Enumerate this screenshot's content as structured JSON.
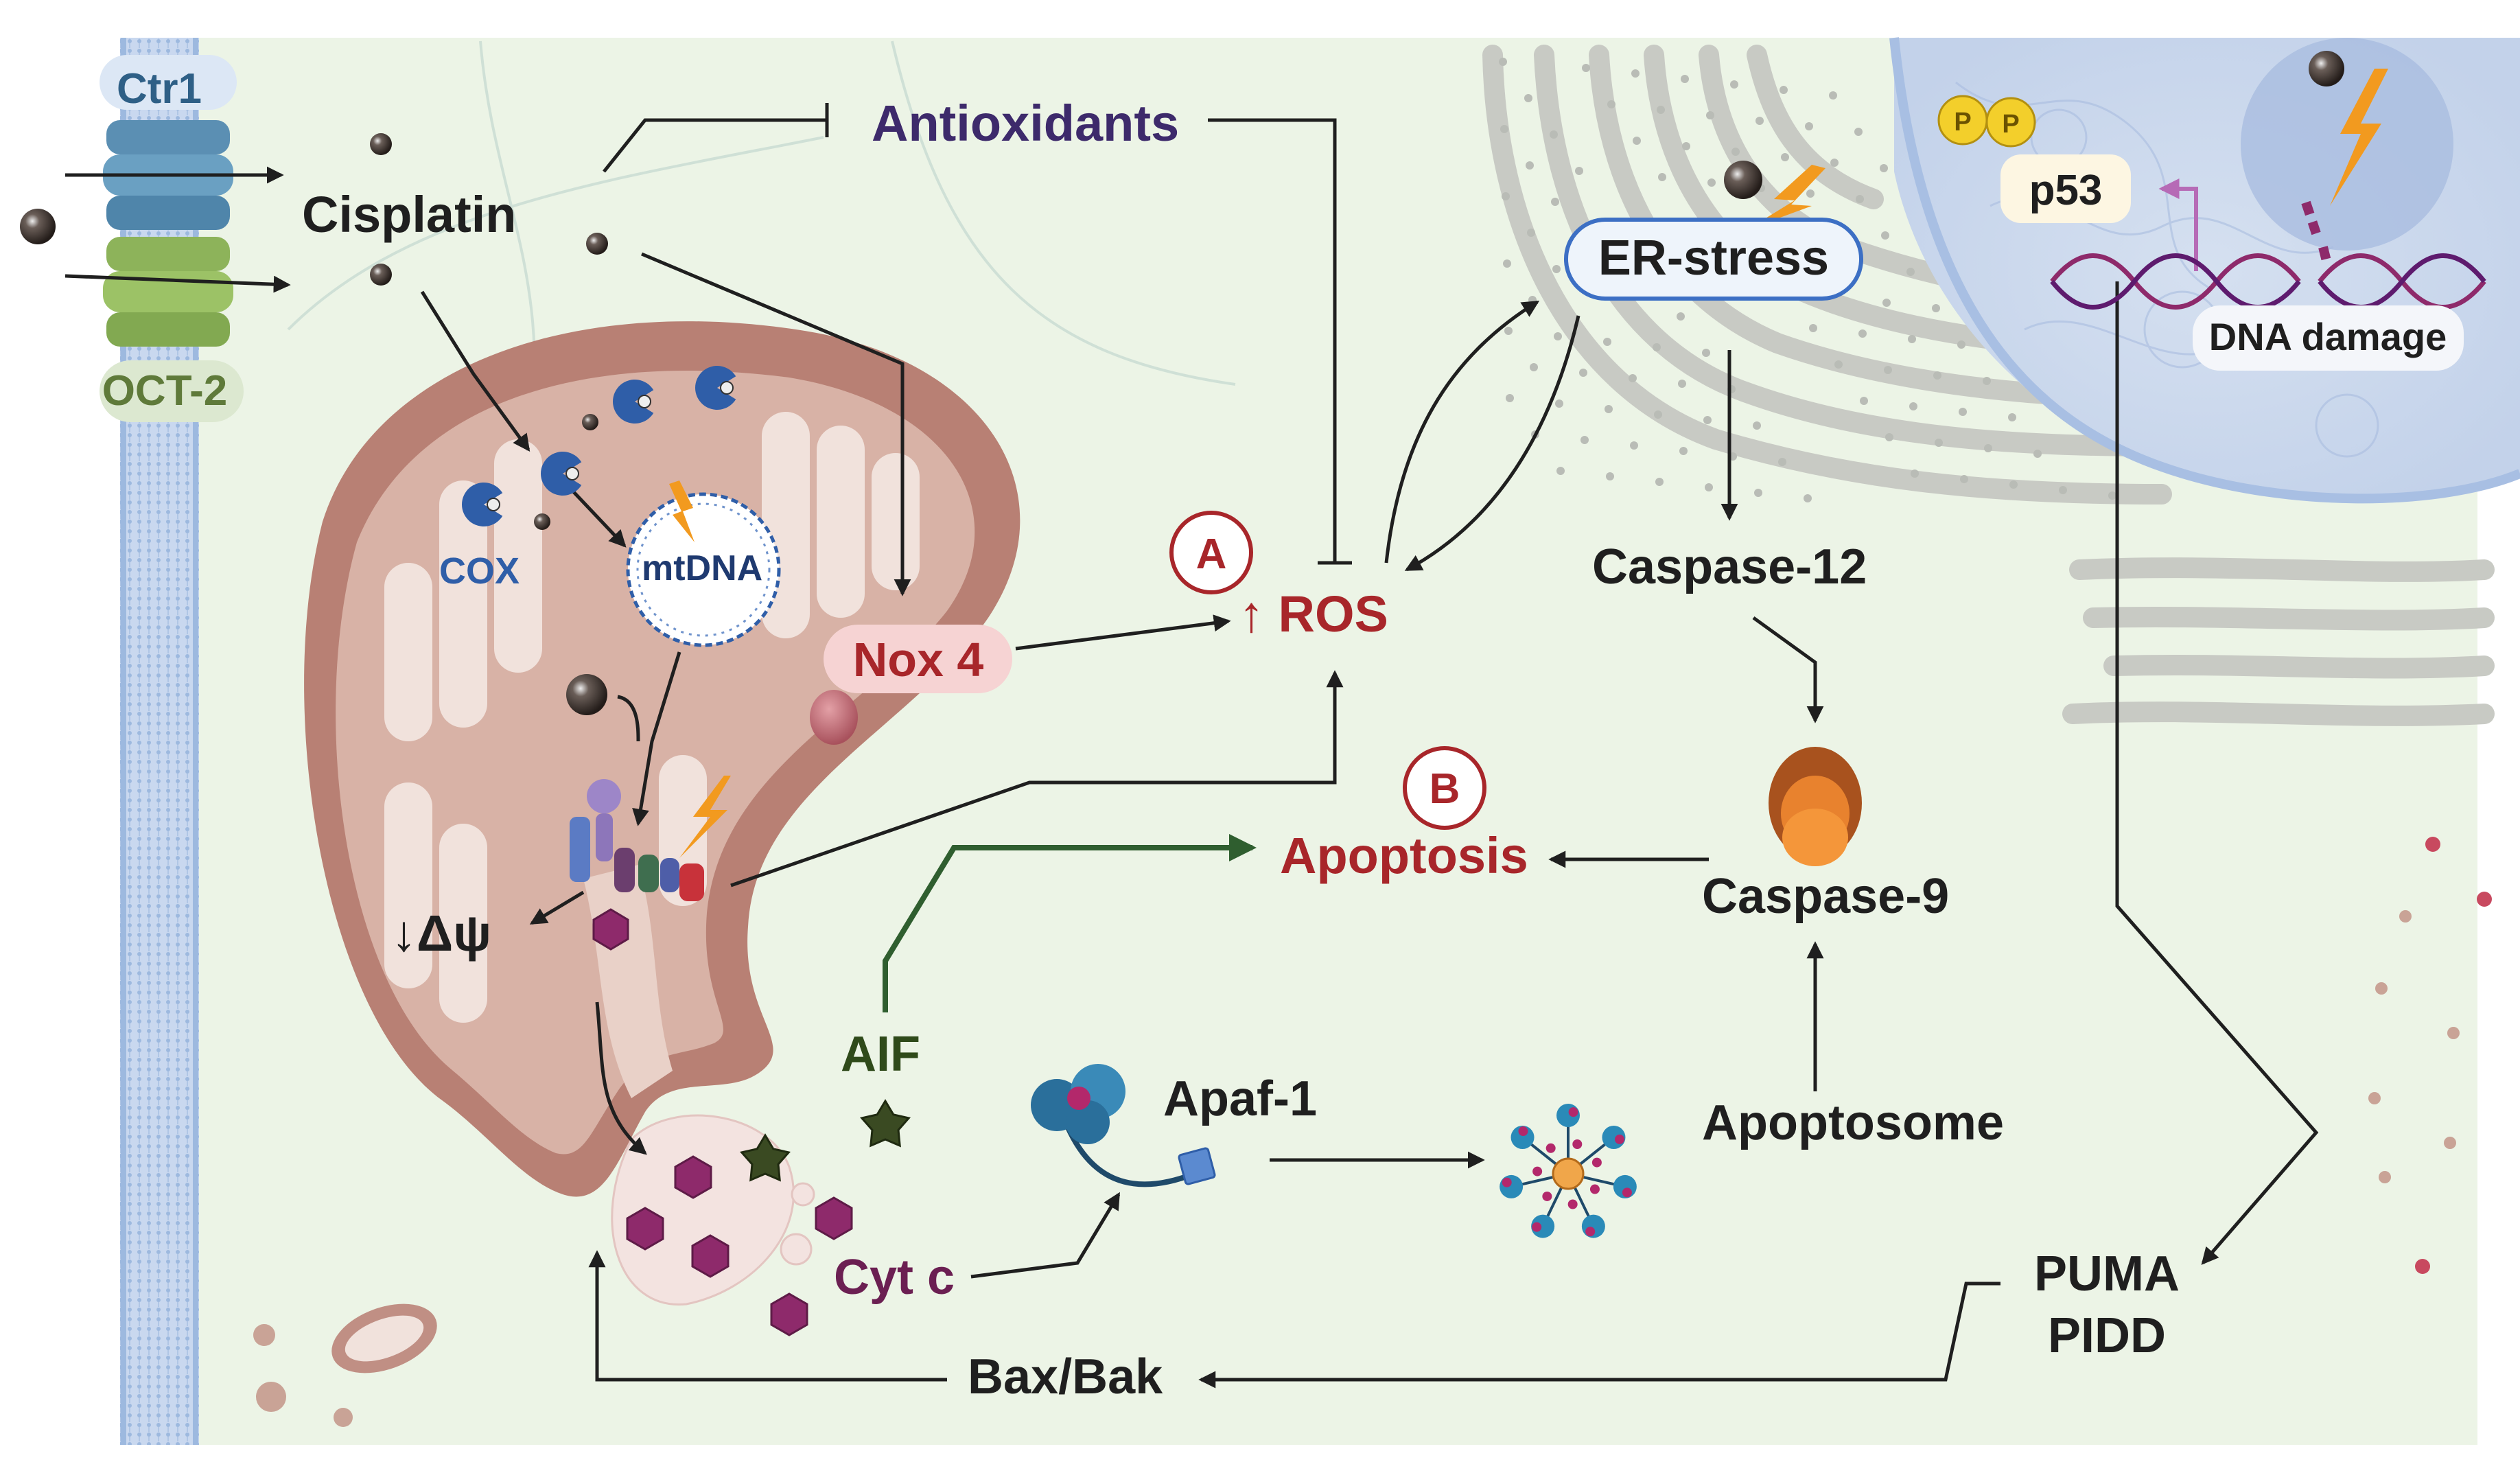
{
  "labels": {
    "ctr1": "Ctr1",
    "oct2": "OCT-2",
    "cisplatin": "Cisplatin",
    "antioxidants": "Antioxidants",
    "cox": "COX",
    "mtdna": "mtDNA",
    "nox4": "Nox 4",
    "marker_a": "A",
    "ros": "↑ ROS",
    "marker_b": "B",
    "apoptosis": "Apoptosis",
    "er_stress": "ER-stress",
    "caspase12": "Caspase-12",
    "caspase9": "Caspase-9",
    "apoptosome": "Apoptosome",
    "apaf1": "Apaf-1",
    "aif": "AIF",
    "cytc": "Cyt c",
    "bax_bak": "Bax/Bak",
    "puma": "PUMA",
    "pidd": "PIDD",
    "p53": "p53",
    "phospho": "P",
    "dna_damage": "DNA damage",
    "delta_psi": "↓Δψ"
  },
  "colors": {
    "background": "#ecf4e6",
    "membrane": "#9db9df",
    "ctr1": "#5b8fb3",
    "oct2": "#8db35a",
    "mito_outer": "#b88074",
    "mito_fill": "#d8b2a6",
    "mito_inner": "#f1e2dc",
    "label_dark": "#1f1f1f",
    "red_label": "#a8262a",
    "purple_label": "#3d2a6b",
    "cox_blue": "#2f5ea8",
    "green_arrow": "#2f5e2f",
    "cyt_c": "#8e2a6b",
    "caspase": "#e8822e",
    "er_gray": "#c9cbc6",
    "nucleus": "#c8d6ec",
    "phospho_yellow": "#f3cf2b"
  },
  "icons": [
    "cisplatin-molecule-icon",
    "cox-enzyme-icon",
    "mtdna-ring-icon",
    "lightning-icon",
    "aif-star-icon",
    "cyt-c-hexagon-icon",
    "apaf1-protein-icon",
    "apoptosome-wheel-icon",
    "caspase-icon",
    "dna-helix-icon"
  ]
}
